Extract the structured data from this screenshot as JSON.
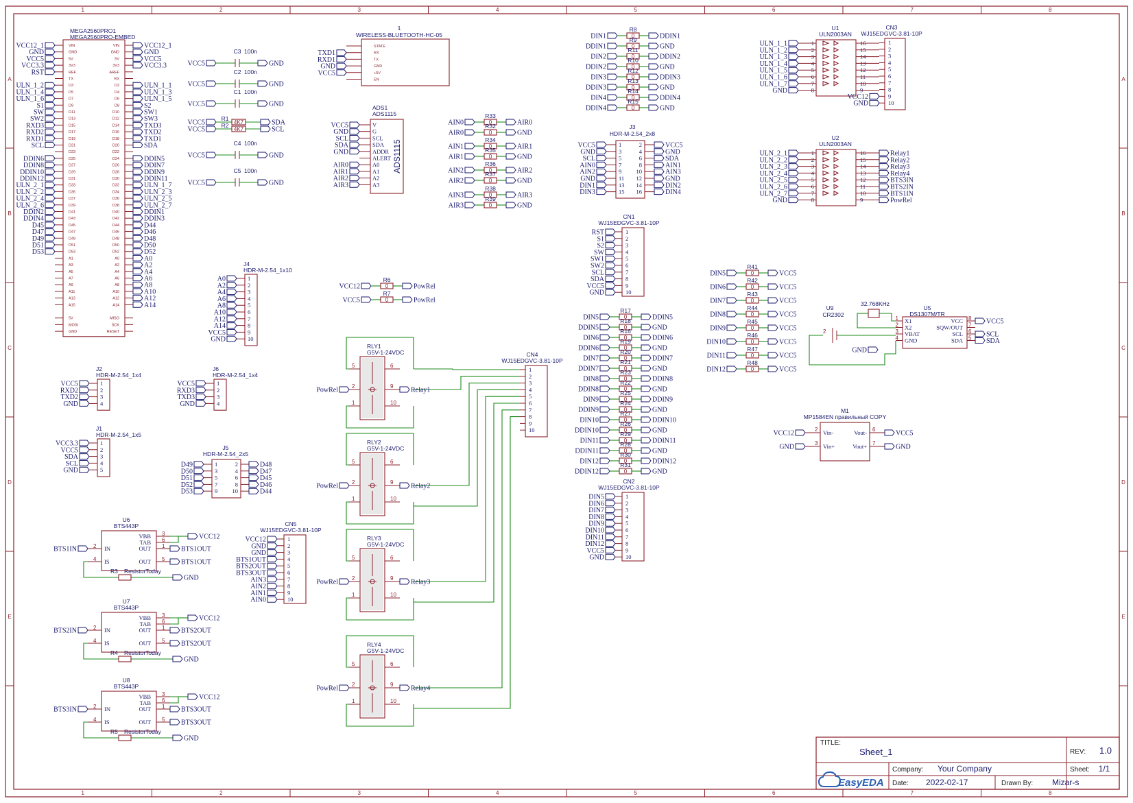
{
  "zones_x": [
    "1",
    "2",
    "3",
    "4",
    "5",
    "6",
    "7",
    "8"
  ],
  "zones_y": [
    "A",
    "B",
    "C",
    "D",
    "E"
  ],
  "mega": {
    "ref": "MEGA2560PRO1",
    "value": "MEGA2560PRO-EMBED",
    "left_pins": [
      "VIN",
      "GND",
      "5V",
      "3V3",
      "REF",
      "TX",
      "D3",
      "D5",
      "D7",
      "D9",
      "D11",
      "D13",
      "D15",
      "D17",
      "D19",
      "D21",
      "D23",
      "D25",
      "D27",
      "D29",
      "D31",
      "D33",
      "D35",
      "D37",
      "D39",
      "D41",
      "D43",
      "D45",
      "D47",
      "D49",
      "D51",
      "D53",
      "A1",
      "A3",
      "A5",
      "A7",
      "A9",
      "A11",
      "A13",
      "A15",
      "",
      "5V",
      "MOSI",
      "GND"
    ],
    "right_pins": [
      "VIN",
      "GND",
      "5V",
      "3V3",
      "AREF",
      "RX",
      "D2",
      "D4",
      "D6",
      "D8",
      "D10",
      "D12",
      "D14",
      "D16",
      "D18",
      "D20",
      "D22",
      "D24",
      "D26",
      "D28",
      "D30",
      "D32",
      "D34",
      "D36",
      "D38",
      "D40",
      "D42",
      "D44",
      "D46",
      "D48",
      "D50",
      "D52",
      "A0",
      "A2",
      "A4",
      "A6",
      "A8",
      "A10",
      "A12",
      "A14",
      "",
      "MISO",
      "SCK",
      "RESET"
    ],
    "left_nets": [
      "VCC12_1",
      "GND",
      "VCC5",
      "VCC3.3",
      "RST",
      "",
      "ULN_1_2",
      "ULN_1_4",
      "ULN_1_6",
      "S1",
      "SW",
      "SW2",
      "RXD3",
      "RXD2",
      "RXD1",
      "SCL",
      "",
      "DDIN6",
      "DDIN8",
      "DDIN10",
      "DDIN12",
      "ULN_2_1",
      "ULN_2_2",
      "ULN_2_4",
      "ULN_2_6",
      "DDIN2",
      "DDIN4",
      "D45",
      "D47",
      "D49",
      "D51",
      "D53",
      "",
      "",
      "",
      "",
      "",
      "",
      "",
      "",
      "",
      "",
      "",
      ""
    ],
    "right_nets": [
      "VCC12_1",
      "GND",
      "VCC5",
      "VCC3.3",
      "",
      "",
      "ULN_1_1",
      "ULN_1_3",
      "ULN_1_5",
      "S2",
      "SW1",
      "SW3",
      "TXD3",
      "TXD2",
      "TXD1",
      "SDA",
      "",
      "DDIN5",
      "DDIN7",
      "DDIN9",
      "DDIN11",
      "ULN_1_7",
      "ULN_2_3",
      "ULN_2_5",
      "ULN_2_7",
      "DDIN1",
      "DDIN3",
      "D44",
      "D46",
      "D48",
      "D50",
      "D52",
      "A0",
      "A2",
      "A4",
      "A6",
      "A8",
      "A10",
      "A12",
      "A14",
      "",
      "",
      "",
      ""
    ]
  },
  "caps": [
    {
      "ref": "C3",
      "value": "100n",
      "l": "VCC5",
      "r": "GND"
    },
    {
      "ref": "C2",
      "value": "100n",
      "l": "VCC5",
      "r": "GND"
    },
    {
      "ref": "C1",
      "value": "100n",
      "l": "VCC5",
      "r": "GND"
    },
    {
      "ref": "C4",
      "value": "100n",
      "l": "VCC5",
      "r": "GND"
    },
    {
      "ref": "C5",
      "value": "100n",
      "l": "VCC5",
      "r": "GND"
    }
  ],
  "pullups": [
    {
      "ref": "R1",
      "value": "4K7",
      "l": "VCC5",
      "r": "SDA"
    },
    {
      "ref": "R2",
      "value": "4K7",
      "l": "VCC5",
      "r": "SCL"
    }
  ],
  "bt": {
    "num": "1",
    "value": "WIRELESS-BLUETOOTH-HC-05",
    "pins": [
      "STATE",
      "RX",
      "TX",
      "GND",
      "+5V",
      "EN"
    ],
    "nets": [
      "",
      "TXD1",
      "RXD1",
      "GND",
      "VCC5",
      ""
    ]
  },
  "ads": {
    "ref": "ADS1",
    "value": "ADS1115",
    "big": "ADS1115",
    "pins": [
      "V",
      "G",
      "SCL",
      "SDA",
      "ADDR",
      "ALERT",
      "A0",
      "A1",
      "A2",
      "A3"
    ],
    "nets": [
      "VCC5",
      "GND",
      "SCL",
      "SDA",
      "GND",
      "",
      "AIR0",
      "AIR1",
      "AIR2",
      "AIR3"
    ]
  },
  "ain": [
    {
      "ref": "R33",
      "l": "AIN0",
      "r": "AIR0"
    },
    {
      "ref": "R32",
      "l": "AIR0",
      "r": "GND"
    },
    {
      "ref": "R34",
      "l": "AIN1",
      "r": "AIR1"
    },
    {
      "ref": "R35",
      "l": "AIR1",
      "r": "GND"
    },
    {
      "ref": "R36",
      "l": "AIN2",
      "r": "AIR2"
    },
    {
      "ref": "R37",
      "l": "AIR2",
      "r": "GND"
    },
    {
      "ref": "R38",
      "l": "AIN3",
      "r": "AIR3"
    },
    {
      "ref": "R39",
      "l": "AIR3",
      "r": "GND"
    }
  ],
  "din_top": [
    {
      "ref": "R8",
      "l": "DIN1",
      "r": "DDIN1"
    },
    {
      "ref": "R9",
      "l": "DDIN1",
      "r": "GND"
    },
    {
      "ref": "R11",
      "l": "DIN2",
      "r": "DDIN2"
    },
    {
      "ref": "R10",
      "l": "DDIN2",
      "r": "GND"
    },
    {
      "ref": "R12",
      "l": "DIN3",
      "r": "DDIN3"
    },
    {
      "ref": "R13",
      "l": "DDIN3",
      "r": "GND"
    },
    {
      "ref": "R14",
      "l": "DIN4",
      "r": "DDIN4"
    },
    {
      "ref": "R15",
      "l": "DDIN4",
      "r": "GND"
    }
  ],
  "j3": {
    "ref": "J3",
    "value": "HDR-M-2.54_2x8",
    "left": [
      "VCC5",
      "GND",
      "SCL",
      "AIN0",
      "AIN2",
      "GND",
      "DIN1",
      "DIN3"
    ],
    "right": [
      "VCC5",
      "GND",
      "SDA",
      "AIN1",
      "AIN3",
      "GND",
      "DIN2",
      "DIN4"
    ],
    "lnum": [
      "1",
      "3",
      "5",
      "7",
      "9",
      "11",
      "13",
      "15"
    ],
    "rnum": [
      "2",
      "4",
      "6",
      "8",
      "10",
      "12",
      "14",
      "16"
    ]
  },
  "cn1": {
    "ref": "CN1",
    "value": "WJ15EDGVC-3.81-10P",
    "nets": [
      "RST",
      "S1",
      "S2",
      "SW",
      "SW1",
      "SW2",
      "SCL",
      "SDA",
      "VCC5",
      "GND"
    ]
  },
  "din_mid": [
    {
      "ref": "R17",
      "l": "DIN5",
      "r": "DDIN5"
    },
    {
      "ref": "R18",
      "l": "DDIN5",
      "r": "GND"
    },
    {
      "ref": "R16",
      "l": "DIN6",
      "r": "DDIN6"
    },
    {
      "ref": "R19",
      "l": "DDIN6",
      "r": "GND"
    },
    {
      "ref": "R20",
      "l": "DIN7",
      "r": "DDIN7"
    },
    {
      "ref": "R21",
      "l": "DDIN7",
      "r": "GND"
    },
    {
      "ref": "R23",
      "l": "DIN8",
      "r": "DDIN8"
    },
    {
      "ref": "R22",
      "l": "DDIN8",
      "r": "GND"
    },
    {
      "ref": "R25",
      "l": "DIN9",
      "r": "DDIN9"
    },
    {
      "ref": "R24",
      "l": "DDIN9",
      "r": "GND"
    },
    {
      "ref": "R27",
      "l": "DIN10",
      "r": "DDIN10"
    },
    {
      "ref": "R26",
      "l": "DDIN10",
      "r": "GND"
    },
    {
      "ref": "R29",
      "l": "DIN11",
      "r": "DDIN11"
    },
    {
      "ref": "R28",
      "l": "DDIN11",
      "r": "GND"
    },
    {
      "ref": "R30",
      "l": "DIN12",
      "r": "DDIN12"
    },
    {
      "ref": "R31",
      "l": "DDIN12",
      "r": "GND"
    }
  ],
  "cn2": {
    "ref": "CN2",
    "value": "WJ15EDGVC-3.81-10P",
    "nets": [
      "DIN5",
      "DIN6",
      "DIN7",
      "DIN8",
      "DIN9",
      "DIN10",
      "DIN11",
      "DIN12",
      "VCC5",
      "GND"
    ]
  },
  "din_pull": [
    {
      "ref": "R41",
      "l": "DIN5",
      "r": "VCC5"
    },
    {
      "ref": "R42",
      "l": "DIN6",
      "r": "VCC5"
    },
    {
      "ref": "R43",
      "l": "DIN7",
      "r": "VCC5"
    },
    {
      "ref": "R44",
      "l": "DIN8",
      "r": "VCC5"
    },
    {
      "ref": "R45",
      "l": "DIN9",
      "r": "VCC5"
    },
    {
      "ref": "R46",
      "l": "DIN10",
      "r": "VCC5"
    },
    {
      "ref": "R47",
      "l": "DIN11",
      "r": "VCC5"
    },
    {
      "ref": "R48",
      "l": "DIN12",
      "r": "VCC5"
    }
  ],
  "u1": {
    "ref": "U1",
    "value": "ULN2003AN",
    "in": [
      "ULN_1_1",
      "ULN_1_2",
      "ULN_1_3",
      "ULN_1_4",
      "ULN_1_5",
      "ULN_1_6",
      "ULN_1_7",
      "GND"
    ]
  },
  "cn3": {
    "ref": "CN3",
    "value": "WJ15EDGVC-3.81-10P",
    "nets_extra": [
      "VCC12",
      "GND"
    ]
  },
  "u2": {
    "ref": "U2",
    "value": "ULN2003AN",
    "in": [
      "ULN_2_1",
      "ULN_2_2",
      "ULN_2_3",
      "ULN_2_4",
      "ULN_2_5",
      "ULN_2_6",
      "ULN_2_7",
      "GND"
    ],
    "out": [
      "Relay1",
      "Relay2",
      "Relay3",
      "Relay4",
      "BTS3IN",
      "BTS2IN",
      "BTS1IN",
      "PowRel"
    ]
  },
  "uln_in_nums": [
    "1",
    "2",
    "3",
    "4",
    "5",
    "6",
    "7",
    "8"
  ],
  "uln_out_nums": [
    "16",
    "15",
    "14",
    "13",
    "12",
    "11",
    "10",
    "9"
  ],
  "conn_nums": [
    "1",
    "2",
    "3",
    "4",
    "5",
    "6",
    "7",
    "8",
    "9",
    "10"
  ],
  "j4": {
    "ref": "J4",
    "value": "HDR-M-2.54_1x10",
    "nets": [
      "A0",
      "A2",
      "A4",
      "A6",
      "A8",
      "A10",
      "A12",
      "A14",
      "VCC5",
      "GND"
    ]
  },
  "j2": {
    "ref": "J2",
    "value": "HDR-M-2.54_1x4",
    "nets": [
      "VCC5",
      "RXD2",
      "TXD2",
      "GND"
    ]
  },
  "j6": {
    "ref": "J6",
    "value": "HDR-M-2.54_1x4",
    "nets": [
      "VCC5",
      "RXD3",
      "TXD3",
      "GND"
    ]
  },
  "j1": {
    "ref": "J1",
    "value": "HDR-M-2.54_1x5",
    "nets": [
      "VCC3.3",
      "VCC5",
      "SDA",
      "SCL",
      "GND"
    ]
  },
  "j5": {
    "ref": "J5",
    "value": "HDR-M-2.54_2x5",
    "left": [
      "D49",
      "D50",
      "D51",
      "D52",
      "D53"
    ],
    "right": [
      "D48",
      "D47",
      "D45",
      "D46",
      "D44"
    ],
    "lnum": [
      "1",
      "3",
      "5",
      "7",
      "9"
    ],
    "rnum": [
      "2",
      "4",
      "6",
      "8",
      "10"
    ]
  },
  "r6": {
    "ref": "R6",
    "l": "VCC12",
    "r": "PowRel"
  },
  "r7": {
    "ref": "R7",
    "l": "VCC5",
    "r": "PowRel"
  },
  "relays": [
    {
      "ref": "RLY1",
      "value": "G5V-1-24VDC",
      "in": "PowRel",
      "out": "Relay1"
    },
    {
      "ref": "RLY2",
      "value": "G5V-1-24VDC",
      "in": "PowRel",
      "out": "Relay2"
    },
    {
      "ref": "RLY3",
      "value": "G5V-1-24VDC",
      "in": "PowRel",
      "out": "Relay3"
    },
    {
      "ref": "RLY4",
      "value": "G5V-1-24VDC",
      "in": "PowRel",
      "out": "Relay4"
    }
  ],
  "relay_pins": {
    "a": "5",
    "b": "6",
    "c": "2",
    "d": "9",
    "e": "1",
    "f": "10"
  },
  "cn4": {
    "ref": "CN4",
    "value": "WJ15EDGVC-3.81-10P"
  },
  "cn5": {
    "ref": "CN5",
    "value": "WJ15EDGVC-3.81-10P",
    "nets": [
      "VCC12",
      "GND",
      "GND",
      "BTS1OUT",
      "BTS2OUT",
      "BTS3OUT",
      "AIN3",
      "AIN2",
      "AIN1",
      "AIN0"
    ]
  },
  "bts": [
    {
      "ref": "U6",
      "value": "BTS443P",
      "in": "BTS1IN",
      "out": "BTS1OUT",
      "rref": "R3"
    },
    {
      "ref": "U7",
      "value": "BTS443P",
      "in": "BTS2IN",
      "out": "BTS2OUT",
      "rref": "R4"
    },
    {
      "ref": "U8",
      "value": "BTS443P",
      "in": "BTS3IN",
      "out": "BTS3OUT",
      "rref": "R5"
    }
  ],
  "bts_labels": {
    "vbb": "VBB",
    "tab": "TAB",
    "out": "OUT",
    "in": "IN",
    "is": "IS",
    "vcc": "VCC12",
    "gnd": "GND",
    "rval": "ResistorToday"
  },
  "bts_pins": {
    "vbb": "3",
    "tab": "6",
    "out1": "1",
    "out2": "5",
    "in": "2",
    "is": "4"
  },
  "res_value": "0",
  "rtc": {
    "ref": "U5",
    "value": "DS1307M/TR",
    "crystal": "32.768KHz",
    "batt_ref": "U9",
    "batt_value": "CR2302",
    "left": [
      "X1",
      "X2",
      "VBAT",
      "GND"
    ],
    "right": [
      "VCC",
      "SQW/OUT",
      "SCL",
      "SDA"
    ],
    "lnum": [
      "1",
      "2",
      "3",
      "4"
    ],
    "rnum": [
      "8",
      "7",
      "6",
      "5"
    ],
    "nets": [
      "VCC5",
      "",
      "SCL",
      "SDA"
    ],
    "gnd": "GND",
    "bnum": [
      "2",
      "1"
    ]
  },
  "m1": {
    "ref": "M1",
    "value": "MP1584EN правильный COPY",
    "pins": [
      "Vin-",
      "Vin+",
      "Vout-",
      "Vout+"
    ],
    "nums": [
      "2",
      "3",
      "6",
      "7"
    ],
    "nets": [
      "VCC12",
      "GND",
      "VCC5",
      "GND"
    ]
  },
  "titleblock": {
    "title_label": "TITLE:",
    "title": "Sheet_1",
    "rev_label": "REV:",
    "rev": "1.0",
    "company_label": "Company:",
    "company": "Your Company",
    "sheet_label": "Sheet:",
    "sheet": "1/1",
    "date_label": "Date:",
    "date": "2022-02-17",
    "drawn_label": "Drawn By:",
    "drawn": "Mizar-s",
    "logo": "EasyEDA"
  }
}
